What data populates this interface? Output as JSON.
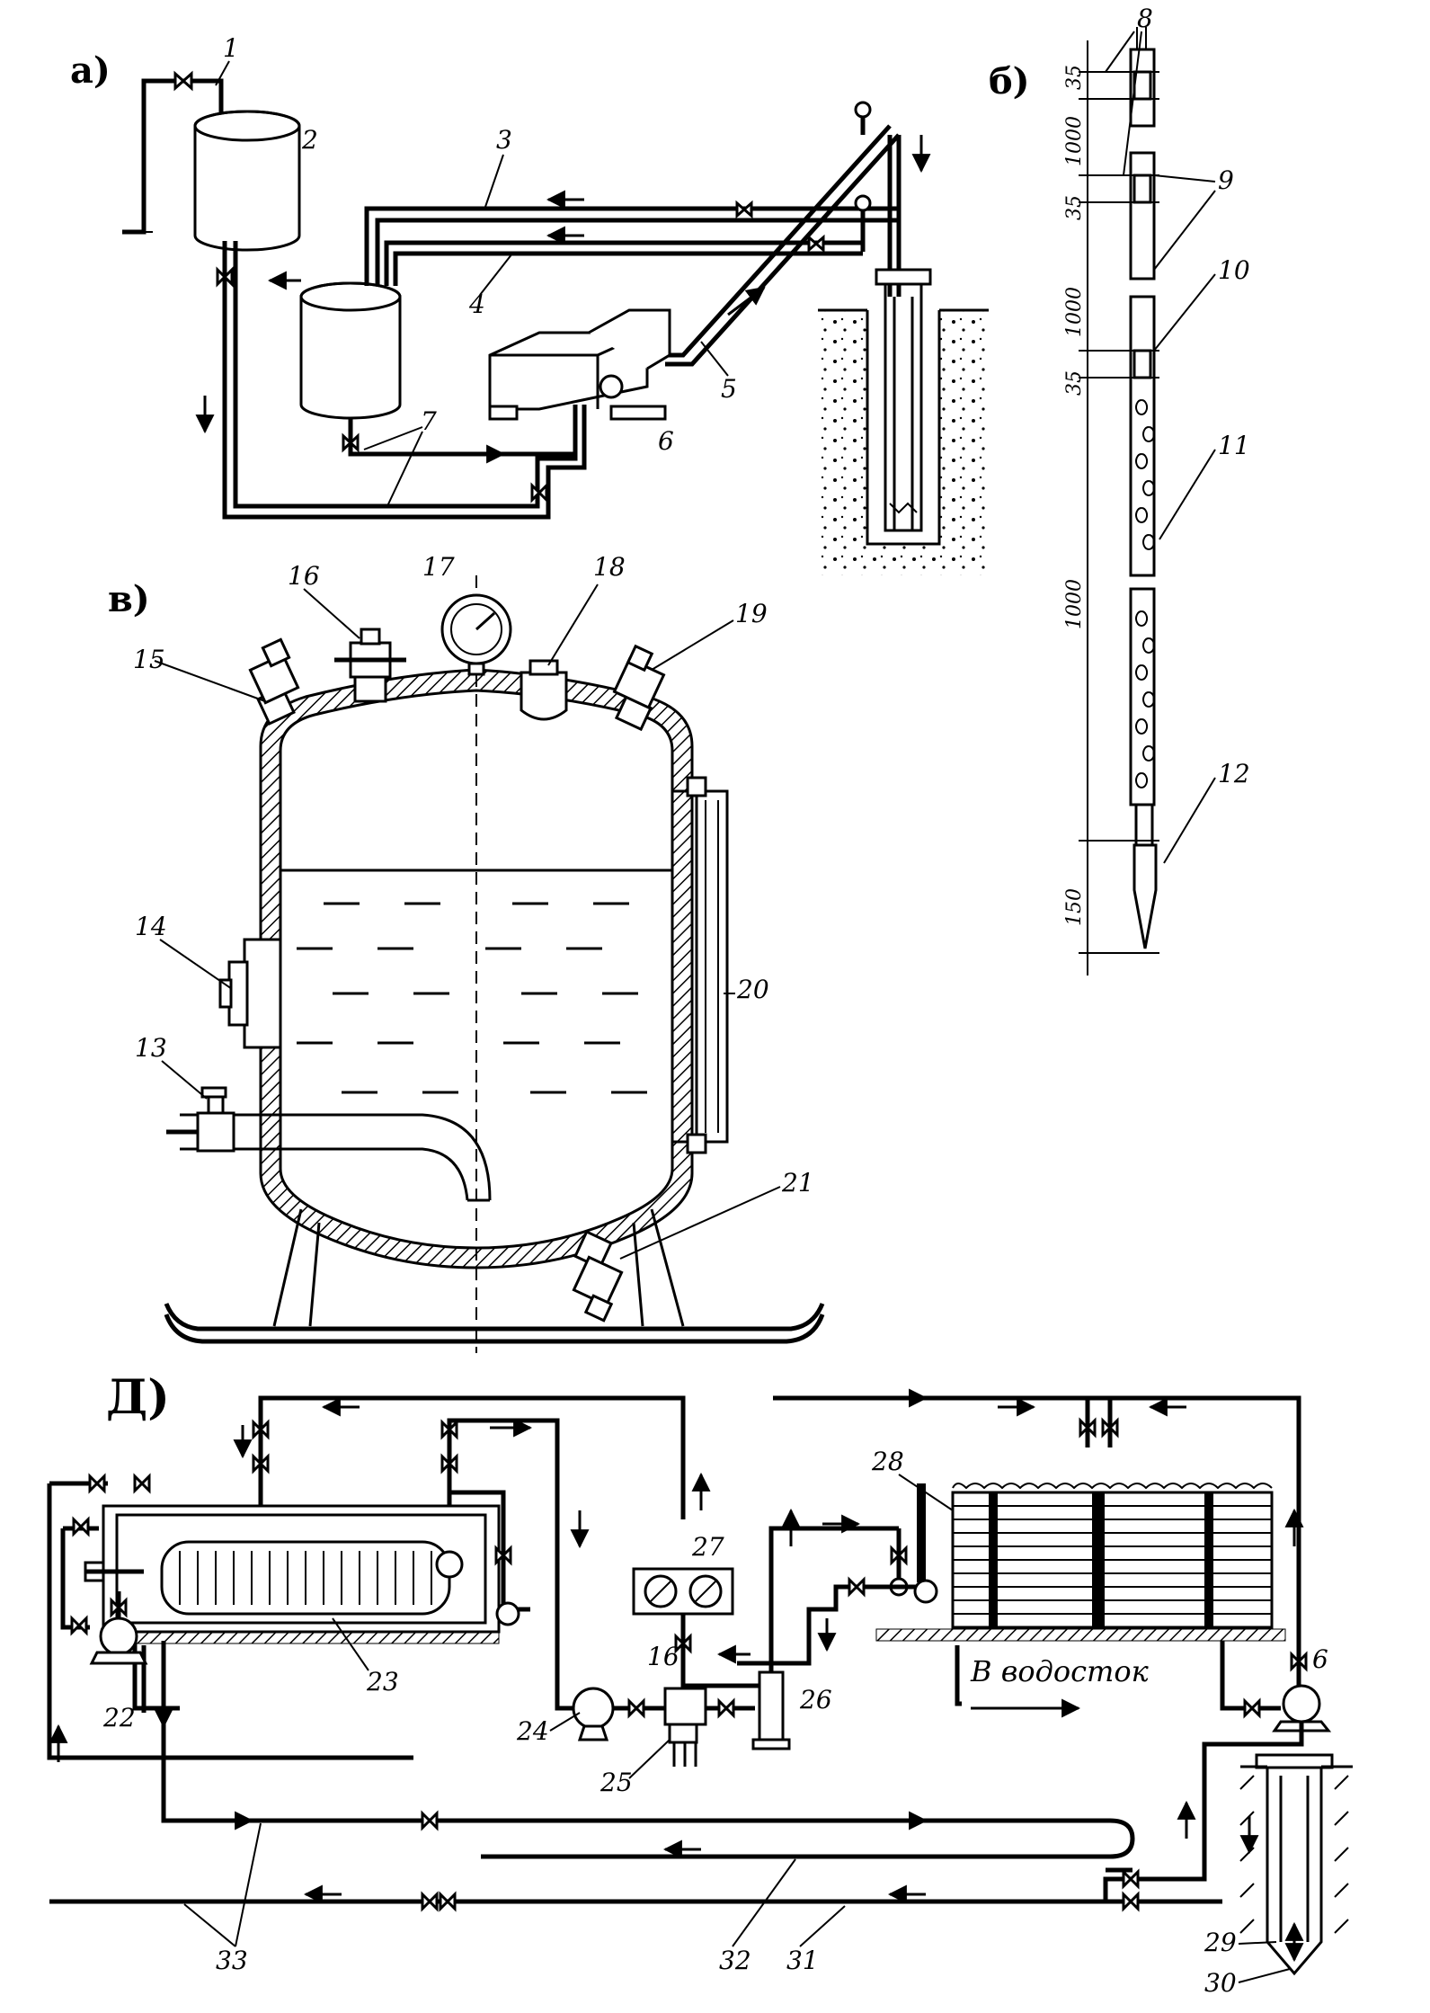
{
  "panels": {
    "a": "а)",
    "b": "б)",
    "v": "в)",
    "d": "Д)"
  },
  "labels": {
    "l1": "1",
    "l2": "2",
    "l3": "3",
    "l4": "4",
    "l5": "5",
    "l6": "6",
    "l7": "7",
    "l8": "8",
    "l9": "9",
    "l10": "10",
    "l11": "11",
    "l12": "12",
    "l13": "13",
    "l14": "14",
    "l15": "15",
    "l16": "16",
    "l17": "17",
    "l18": "18",
    "l19": "19",
    "l20": "20",
    "l21": "21",
    "l22": "22",
    "l23": "23",
    "l24": "24",
    "l25": "25",
    "l26": "26",
    "l27": "27",
    "l28": "28",
    "l29": "29",
    "l30": "30",
    "l31": "31",
    "l32": "32",
    "l33": "33",
    "l6d": "6",
    "l16d": "16"
  },
  "dimensions": {
    "d35a": "35",
    "d1000a": "1000",
    "d35b": "35",
    "d1000b": "1000",
    "d35c": "35",
    "d1000c": "1000",
    "d150": "150"
  },
  "notes": {
    "drain": "В водосток"
  }
}
